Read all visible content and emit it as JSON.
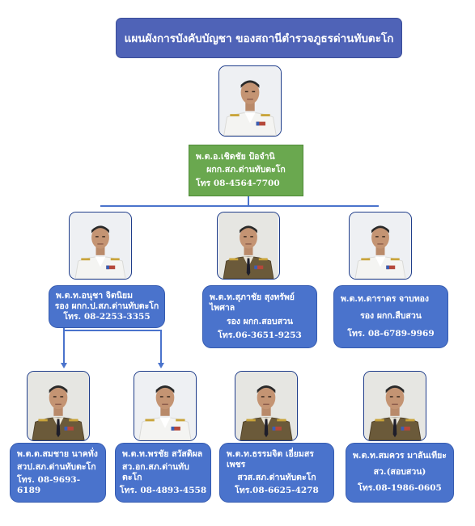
{
  "title": "แผนผังการบังคับบัญชา ของสถานีตำรวจภูธรด่านทับตะโก",
  "colors": {
    "title_bg": "#4f63b7",
    "card_bg": "#4a73cc",
    "chief_bg": "#6aa84f",
    "line": "#4a73cc"
  },
  "chief": {
    "name": "พ.ต.อ.เชิดชัย ป้อจำนิ",
    "position": "ผกก.สภ.ด่านทับตะโก",
    "phone": "โทร 08-4564-7700",
    "uniform": "white"
  },
  "deputies": [
    {
      "name": "พ.ต.ท.อนุชา จิตนิยม",
      "position": "รอง ผกก.ป.สภ.ด่านทับตะโก",
      "phone": "โทร. 08-2253-3355",
      "uniform": "white"
    },
    {
      "name": "พ.ต.ท.สุภาชัย สุงทรัพย์ไพศาล",
      "position": "รอง ผกก.สอบสวน",
      "phone": "โทร.06-3651-9253",
      "uniform": "khaki"
    },
    {
      "name": "พ.ต.ท.ดาราดร จาบทอง",
      "position": "รอง ผกก.สืบสวน",
      "phone": "โทร. 08-6789-9969",
      "uniform": "white"
    }
  ],
  "staff": [
    {
      "name": "พ.ต.ต.สมชาย นาคทั่ง",
      "position": "สวป.สภ.ด่านทับตะโก",
      "phone": "โทร. 08-9693-6189",
      "uniform": "khaki"
    },
    {
      "name": "พ.ต.ท.พรชัย สวัสดิผล",
      "position": "สว.อก.สภ.ด่านทับตะโก",
      "phone": "โทร. 08-4893-4558",
      "uniform": "white"
    },
    {
      "name": "พ.ต.ท.ธรรมจิต เอี่ยมสรเพชร",
      "position": "สวส.สภ.ด่านทับตะโก",
      "phone": "โทร.08-6625-4278",
      "uniform": "khaki"
    },
    {
      "name": "พ.ต.ท.สมควร มาลันเทียะ",
      "position": "สว.(สอบสวน)",
      "phone": "โทร.08-1986-0605",
      "uniform": "khaki"
    }
  ]
}
